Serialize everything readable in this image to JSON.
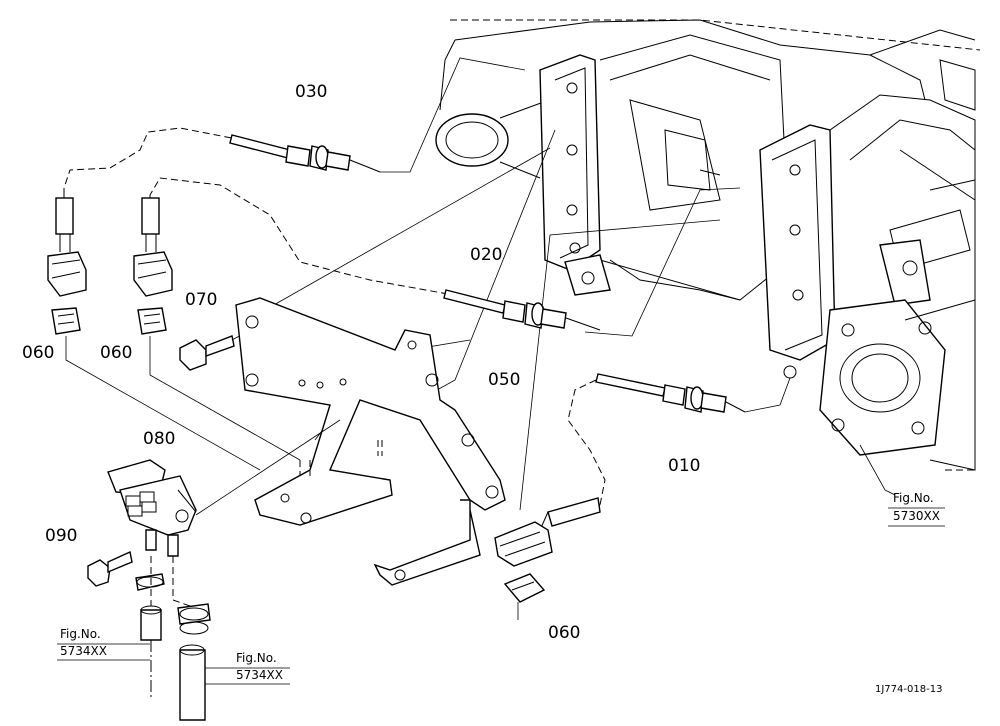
{
  "diagram": {
    "drawing_code": "1J774-018-13",
    "parts": [
      {
        "id": "p010",
        "label": "010"
      },
      {
        "id": "p020",
        "label": "020"
      },
      {
        "id": "p030",
        "label": "030"
      },
      {
        "id": "p050",
        "label": "050"
      },
      {
        "id": "p060a",
        "label": "060"
      },
      {
        "id": "p060b",
        "label": "060"
      },
      {
        "id": "p060c",
        "label": "060"
      },
      {
        "id": "p070",
        "label": "070"
      },
      {
        "id": "p080",
        "label": "080"
      },
      {
        "id": "p090",
        "label": "090"
      }
    ],
    "figure_refs": [
      {
        "line1": "Fig.No.",
        "line2": "5730XX"
      },
      {
        "line1": "Fig.No.",
        "line2": "5734XX"
      },
      {
        "line1": "Fig.No.",
        "line2": "5734XX"
      }
    ]
  }
}
